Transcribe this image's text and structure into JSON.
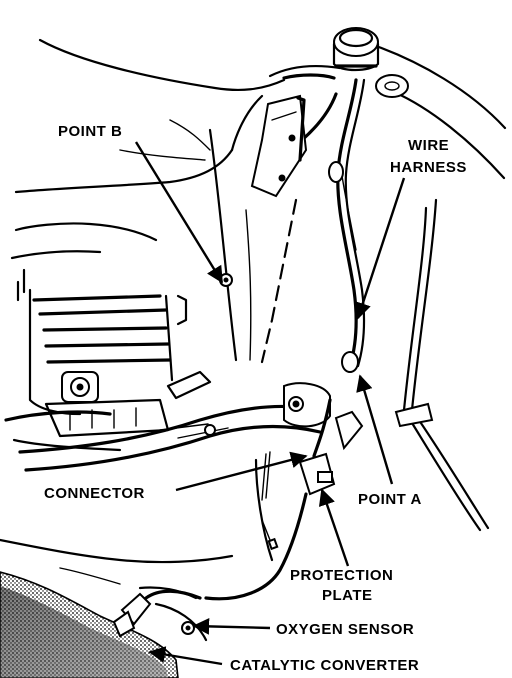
{
  "diagram": {
    "labels": {
      "point_b": "POINT B",
      "wire_harness_1": "WIRE",
      "wire_harness_2": "HARNESS",
      "connector": "CONNECTOR",
      "point_a": "POINT A",
      "protection_plate_1": "PROTECTION",
      "protection_plate_2": "PLATE",
      "oxygen_sensor": "OXYGEN SENSOR",
      "catalytic_converter": "CATALYTIC CONVERTER"
    }
  }
}
